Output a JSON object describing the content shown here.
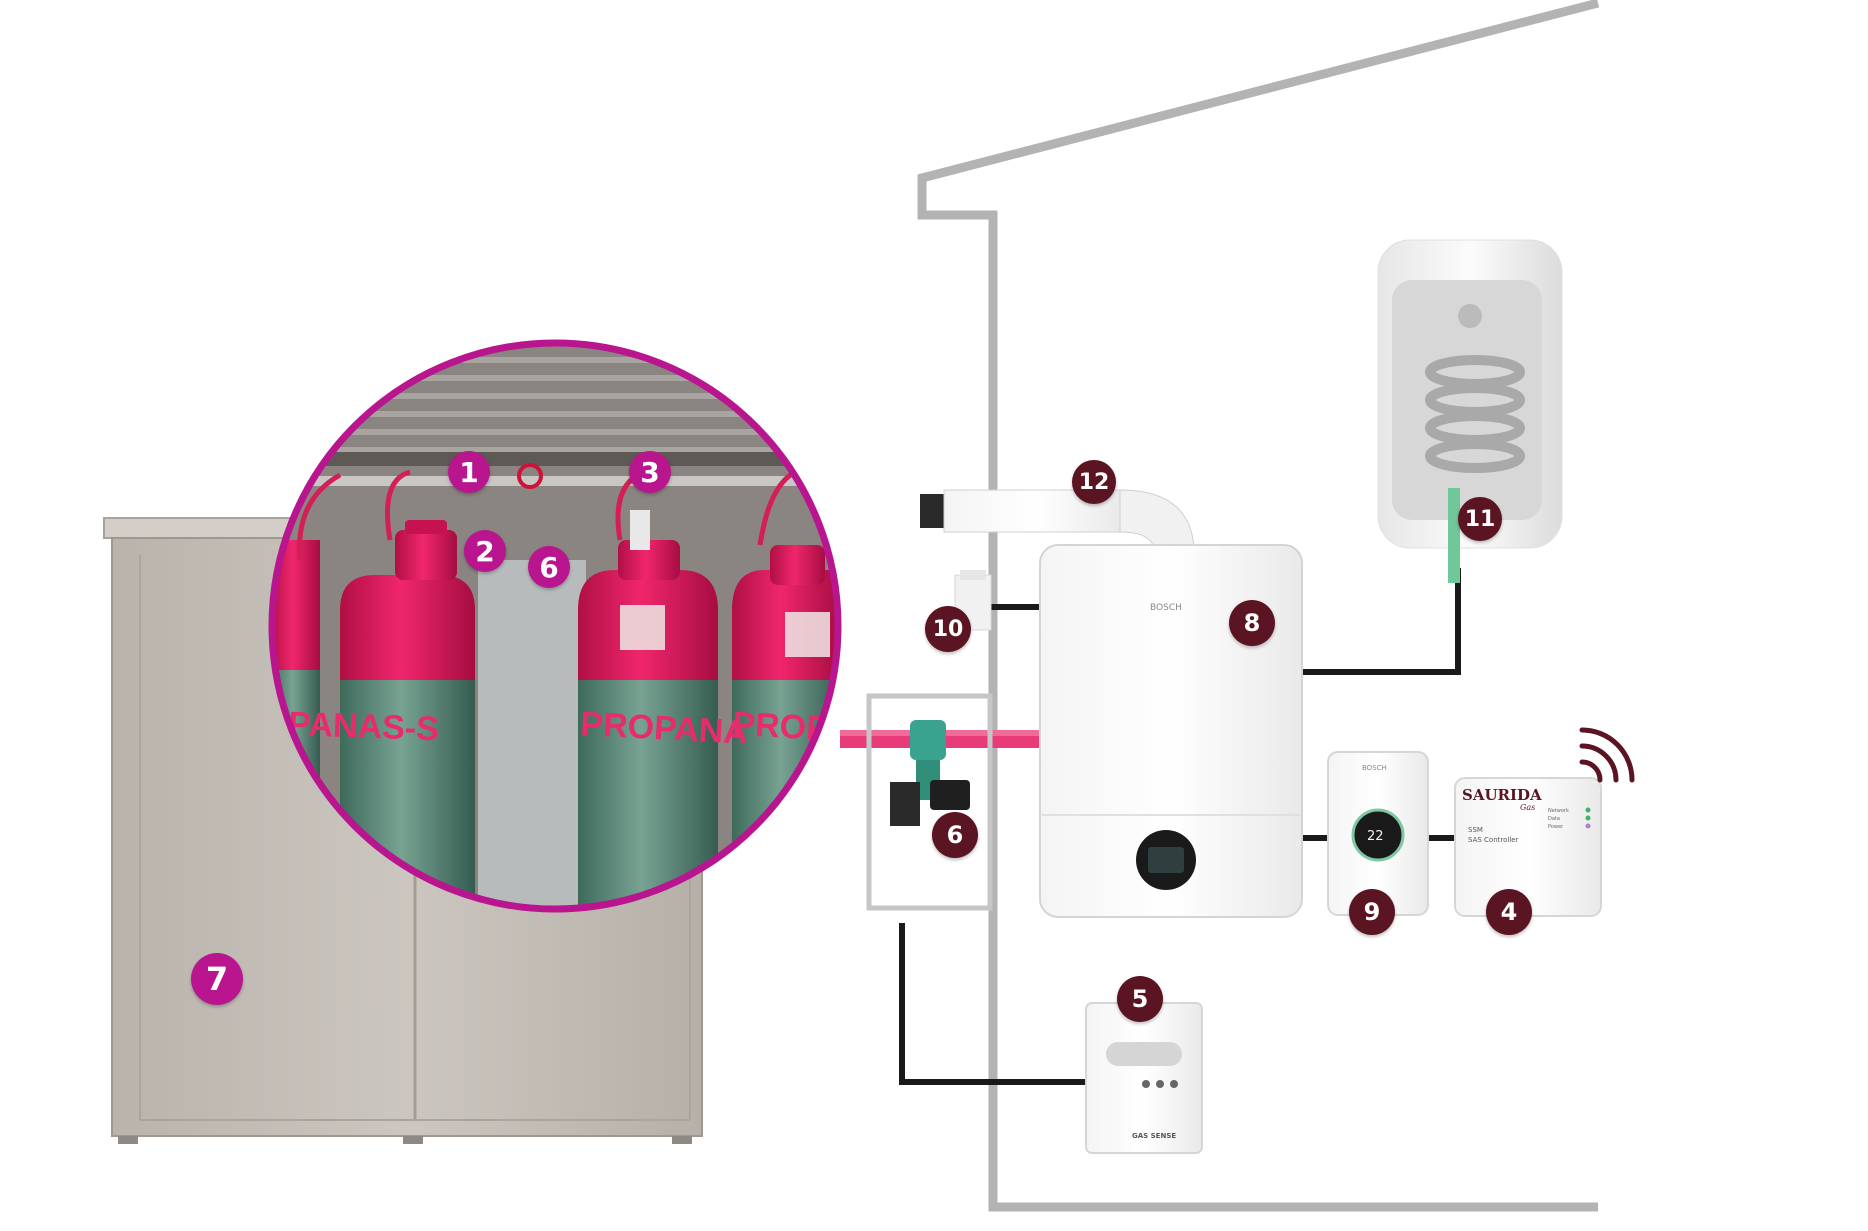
{
  "colors": {
    "magenta": "#b8158f",
    "dark_badge": "#5a1422",
    "house_outline": "#b3b3b3",
    "gas_pipe": "#e83b7a",
    "cylinder_top": "#e3145b",
    "cylinder_body": "#5f8c7c",
    "cabinet": "#c2bcb5"
  },
  "cylinder_labels": {
    "left": "PANAS-S",
    "mid": "PROPANA",
    "right": "PROPA"
  },
  "device_labels": {
    "boiler_brand": "BOSCH",
    "thermostat_brand": "BOSCH",
    "thermostat_temp": "22",
    "controller_brand": "SAURIDA",
    "controller_sub": "Gas",
    "controller_model": "SSM",
    "controller_desc": "SAS Controller",
    "controller_status_1": "Network",
    "controller_status_2": "Data",
    "controller_status_3": "Power",
    "detector_brand": "GAS SENSE"
  },
  "badges": {
    "b1": "1",
    "b2": "2",
    "b3": "3",
    "b6_zoom": "6",
    "b7": "7",
    "b12": "12",
    "b11": "11",
    "b8": "8",
    "b10": "10",
    "b6": "6",
    "b9": "9",
    "b4": "4",
    "b5": "5"
  }
}
